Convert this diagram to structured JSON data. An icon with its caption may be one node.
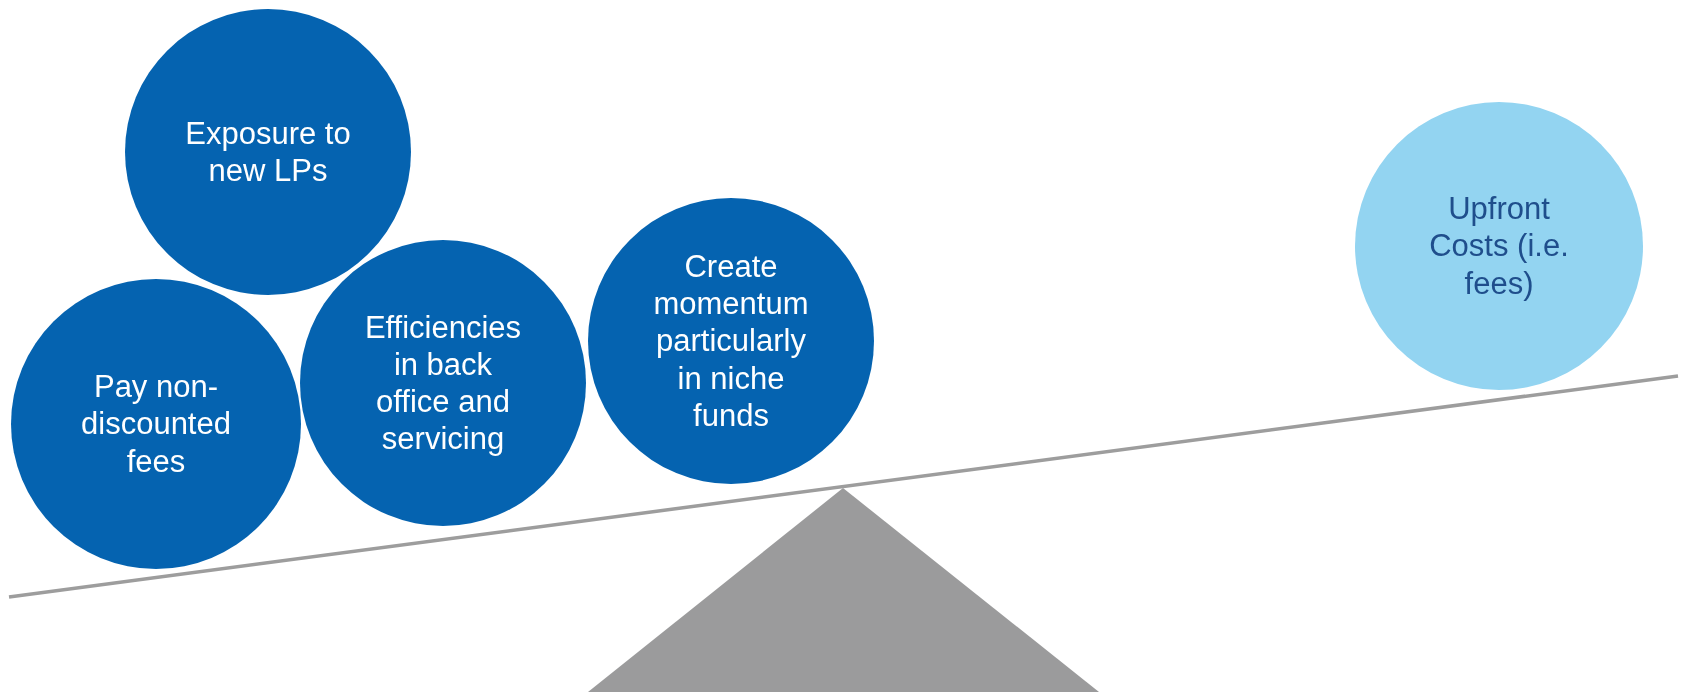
{
  "diagram": {
    "nodes": [
      {
        "text": [
          "Exposure to new LPs"
        ]
      },
      {
        "text": [
          "Pay non-discounted fees"
        ]
      },
      {
        "text": [
          "Efficiencies in back office and servicing"
        ]
      },
      {
        "text": [
          "Create momentum particularly in niche funds"
        ]
      },
      {
        "text": [
          "Upfront Costs (i.e. fees)"
        ]
      }
    ]
  }
}
